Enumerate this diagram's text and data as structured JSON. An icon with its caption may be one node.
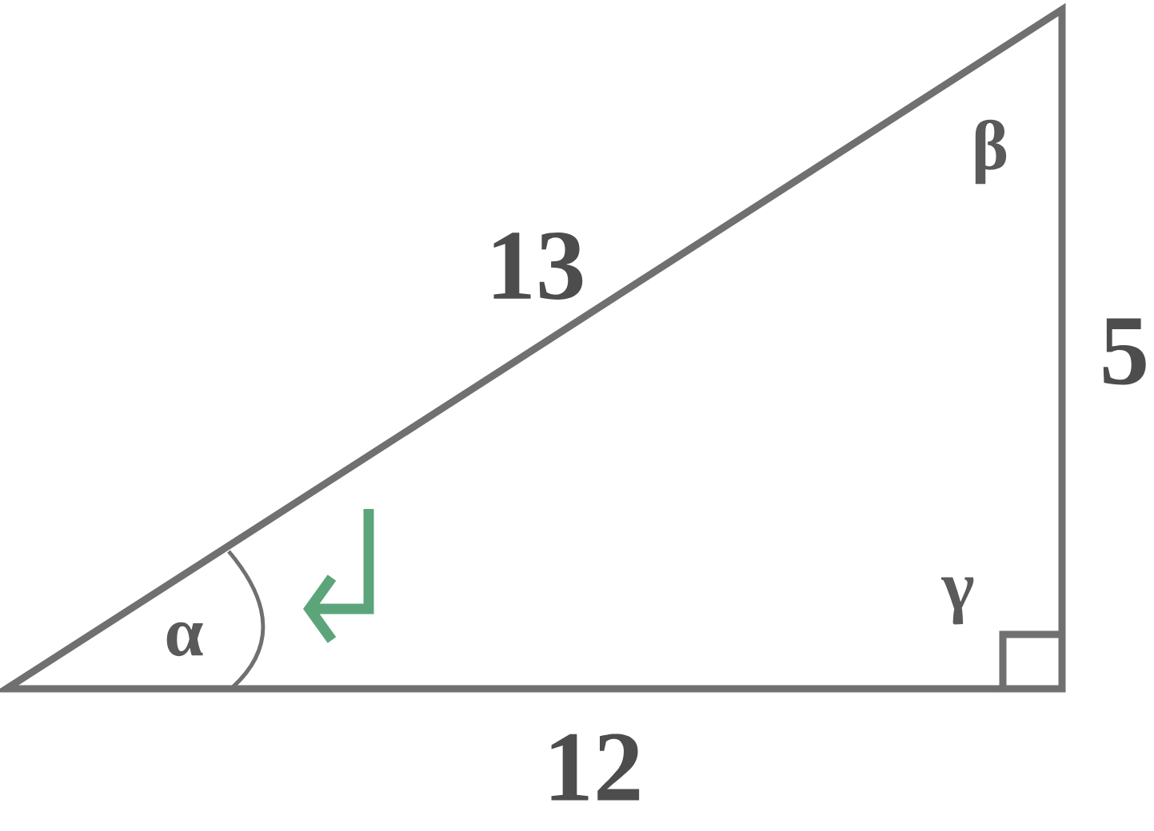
{
  "diagram": {
    "labels": [
      "β",
      "13",
      "5",
      "γ",
      "α",
      "12"
    ]
  }
}
